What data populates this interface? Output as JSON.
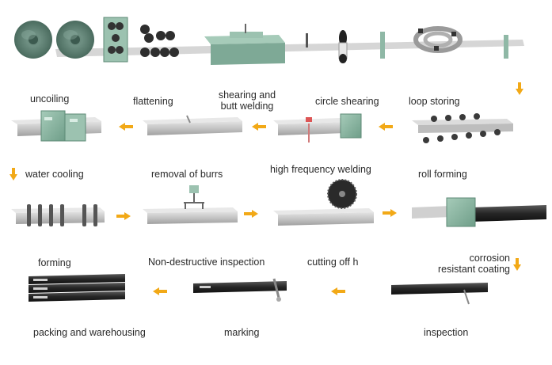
{
  "colors": {
    "arrow": "#f2a917",
    "steel": "#b8b8b8",
    "teal_machine": "#8fb8a6",
    "black_pipe": "#2a2a2a",
    "label_text": "#2a2a2a"
  },
  "labels": {
    "uncoiling": "uncoiling",
    "flattening": "flattening",
    "shearing_line1": "shearing and",
    "shearing_line2": "butt welding",
    "circle_shearing": "circle shearing",
    "loop_storing": "loop storing",
    "water_cooling": "water cooling",
    "removal_of_burrs": "removal of burrs",
    "high_frequency_welding": "high frequency welding",
    "roll_forming": "roll forming",
    "forming": "forming",
    "non_destructive_inspection": "Non-destructive inspection",
    "cutting_off": "cutting off h",
    "corrosion_line1": "corrosion",
    "corrosion_line2": "resistant coating",
    "packing_and_warehousing": "packing and warehousing",
    "marking": "marking",
    "inspection": "inspection"
  }
}
